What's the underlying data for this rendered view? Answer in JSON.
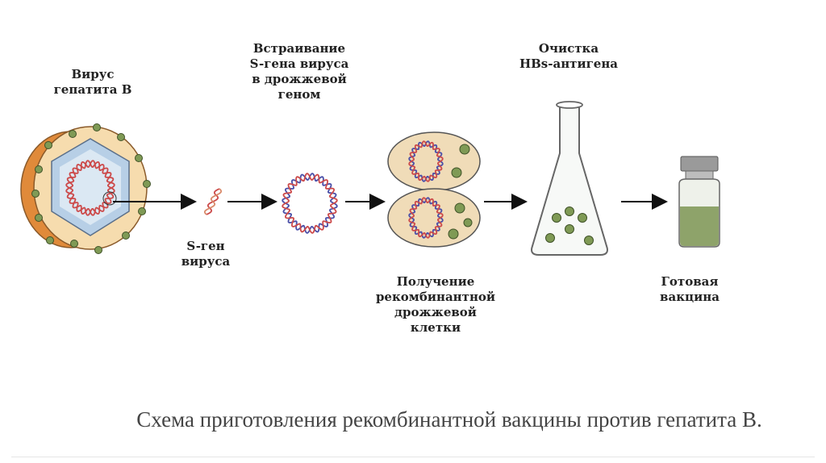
{
  "labels": {
    "virus": "Вирус\nгепатита В",
    "insertion": "Встраивание\nS-гена вируса\nв дрожжевой\nгеном",
    "purification": "Очистка\nHBs-антигена",
    "sgene": "S-ген\nвируса",
    "recombinant": "Получение\nрекомбинантной\nдрожжевой\nклетки",
    "vaccine": "Готовая\nвакцина"
  },
  "caption": "Схема приготовления рекомбинантной вакцины против гепатита В.",
  "colors": {
    "capsule_orange": "#e08a3a",
    "capsule_fill": "#f6dcae",
    "hexagon": "#b7cfe6",
    "hexagon_inner": "#dbe8f3",
    "dot_green": "#7f9a55",
    "dna_red": "#cc4a4a",
    "dna_blue": "#4a4fa8",
    "cell_fill": "#f0dcb8",
    "vial_liquid": "#8ea36a"
  }
}
